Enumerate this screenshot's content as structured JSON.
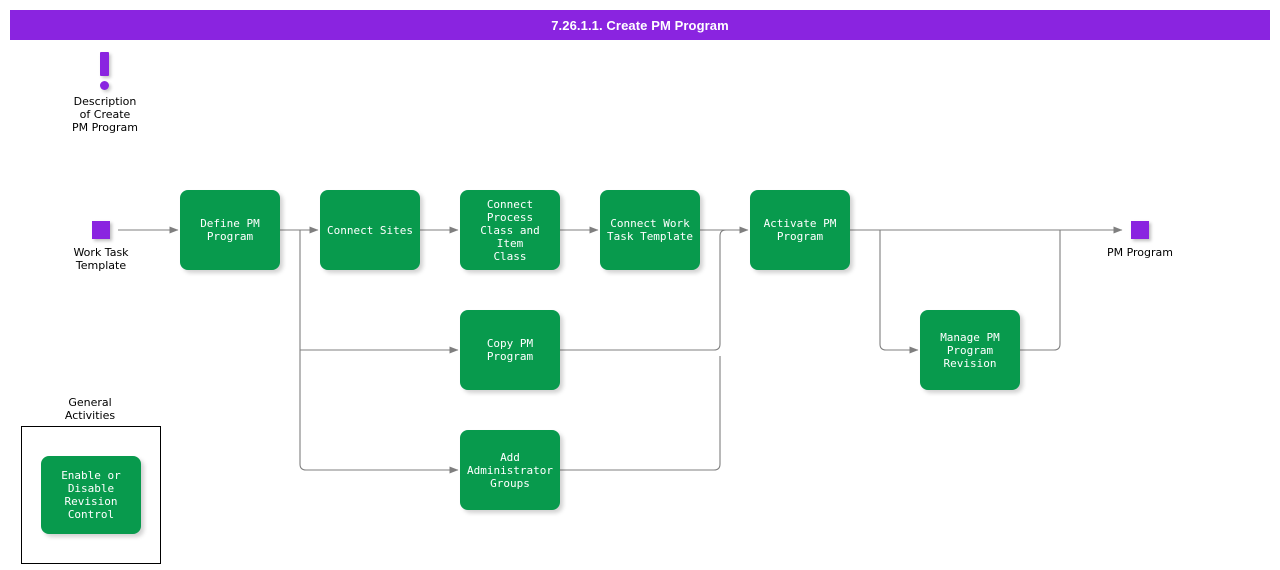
{
  "header": {
    "title": "7.26.1.1. Create PM Program",
    "bar_color": "#8A24E0",
    "text_color": "#FFFFFF"
  },
  "palette": {
    "process_fill": "#089A4D",
    "process_text": "#FFFFFF",
    "terminator_fill": "#8A24E0",
    "connector": "#7F7F7F",
    "background": "#FFFFFF"
  },
  "annotation": {
    "icon": "exclamation-mark-icon",
    "caption": "Description\nof Create\nPM Program"
  },
  "terminators": [
    {
      "id": "start",
      "caption": "Work Task\nTemplate"
    },
    {
      "id": "end",
      "caption": "PM Program"
    }
  ],
  "nodes": [
    {
      "id": "define-pm-program",
      "label": "Define PM\nProgram"
    },
    {
      "id": "connect-sites",
      "label": "Connect Sites"
    },
    {
      "id": "connect-process-class",
      "label": "Connect Process\nClass and Item\nClass"
    },
    {
      "id": "connect-work-task",
      "label": "Connect Work\nTask Template"
    },
    {
      "id": "activate-pm-program",
      "label": "Activate PM\nProgram"
    },
    {
      "id": "copy-pm-program",
      "label": "Copy PM\nProgram"
    },
    {
      "id": "add-administrator-groups",
      "label": "Add\nAdministrator\nGroups"
    },
    {
      "id": "manage-pm-revision",
      "label": "Manage PM\nProgram\nRevision"
    },
    {
      "id": "enable-disable-revision",
      "label": "Enable or\nDisable Revision\nControl"
    }
  ],
  "groups": [
    {
      "id": "general-activities",
      "caption": "General\nActivities"
    }
  ]
}
